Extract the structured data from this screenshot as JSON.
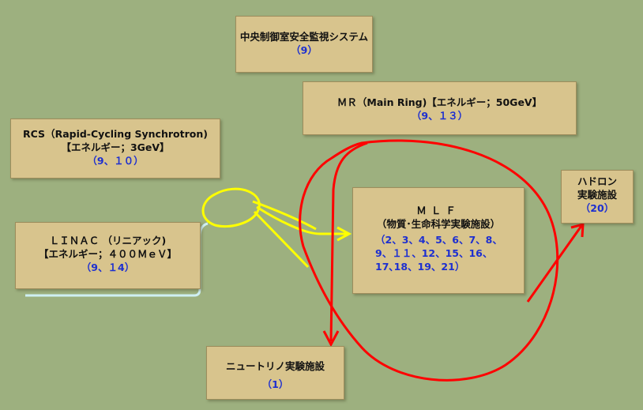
{
  "boxes": {
    "control": {
      "title": "中央制御室安全監視システム",
      "ref": "（9）"
    },
    "mr": {
      "title": "ＭＲ（Main Ring)【エネルギー；50GeV】",
      "ref": "（9、１３）"
    },
    "rcs": {
      "title": "RCS（Rapid-Cycling Synchrotron)",
      "energy": "【エネルギー；3GeV】",
      "ref": "（9、１０）"
    },
    "linac": {
      "title": "ＬＩＮＡＣ （リニアック)",
      "energy": "【エネルギー；４００ＭｅＶ】",
      "ref": "（9、１4）"
    },
    "mlf": {
      "title": "ＭＬＦ",
      "subtitle": "（物質･生命科学実験施設）",
      "ref_lines": [
        "（2、3、4、5、6、7、8、",
        "9、１１、12、15、16、",
        "17､18、19、21）"
      ]
    },
    "hadron": {
      "title1": "ハドロン",
      "title2": "実験施設",
      "ref": "（20）"
    },
    "neutrino": {
      "title": "ニュートリノ実験施設",
      "ref": "（1）"
    }
  },
  "colors": {
    "background": "#9db07f",
    "box_fill": "#d8c48d",
    "reference_text": "#1d2fd0",
    "linac_beam": "#cfeff3",
    "rcs_beam": "#ffff00",
    "mr_beam": "#ff0000"
  }
}
